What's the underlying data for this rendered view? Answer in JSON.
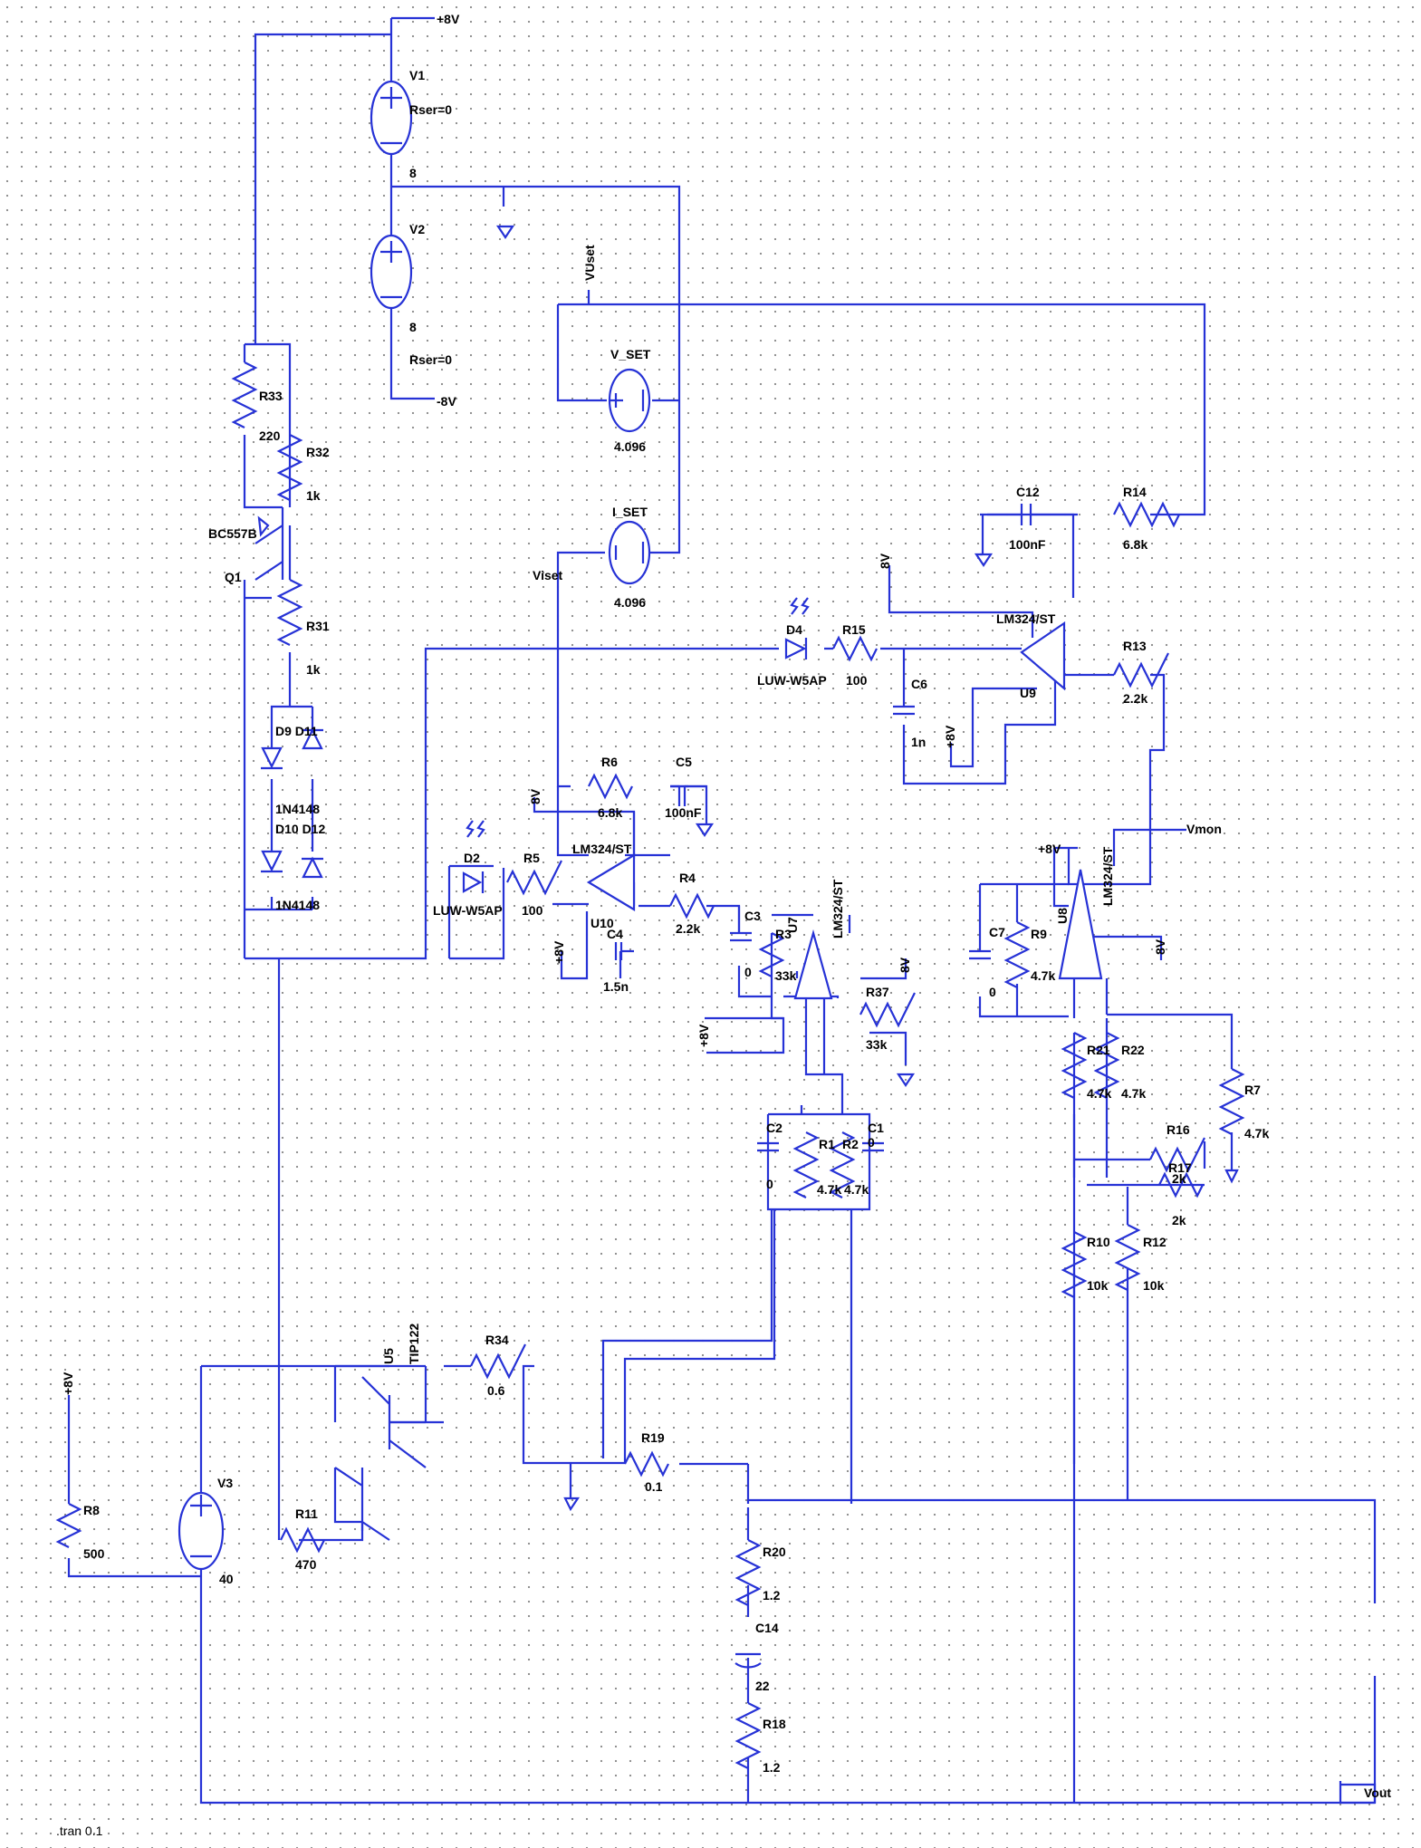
{
  "wire_color": "#2632d6",
  "labels": {
    "pos8v_top": "+8V",
    "V1": "V1",
    "V1_rser": "Rser=0",
    "V1_val": "8",
    "V2": "V2",
    "V2_val": "8",
    "V2_rser": "Rser=0",
    "neg8v": "-8V",
    "VUset": "VUset",
    "V_SET": "V_SET",
    "V_SET_val": "4.096",
    "I_SET": "I_SET",
    "I_SET_val": "4.096",
    "Viset": "Viset",
    "R33": "R33",
    "R33_val": "220",
    "R32": "R32",
    "R32_val": "1k",
    "BC557B": "BC557B",
    "Q1": "Q1",
    "R31": "R31",
    "R31_val": "1k",
    "D9_D11": "D9 D11",
    "D10_D12": "D10 D12",
    "diode_pair_1": "1N4148",
    "diode_pair_2": "1N4148",
    "C12": "C12",
    "C12_val": "100nF",
    "R14": "R14",
    "R14_val": "6.8k",
    "U9_8v": "8V",
    "U9_model": "LM324/ST",
    "U9": "U9",
    "D4": "D4",
    "D4_model": "LUW-W5AP",
    "R15": "R15",
    "R15_val": "100",
    "C6": "C6",
    "C6_val": "1n",
    "U9_pos8v": "+8V",
    "R13": "R13",
    "R13_val": "2.2k",
    "Vmon": "Vmon",
    "R6": "R6",
    "R6_val": "6.8k",
    "C5": "C5",
    "C5_val": "100nF",
    "U10_8v": "8V",
    "U10_model": "LM324/ST",
    "U10": "U10",
    "D2": "D2",
    "D2_model": "LUW-W5AP",
    "R5": "R5",
    "R5_val": "100",
    "C4": "C4",
    "C4_val": "1.5n",
    "U10_pos8v": "+8V",
    "R4": "R4",
    "R4_val": "2.2k",
    "C3": "C3",
    "C3_val": "0",
    "R3": "R3",
    "R3_val": "33k",
    "U7_model": "LM324/ST",
    "U7": "U7",
    "R37": "R37",
    "R37_val": "33k",
    "U7_8v": "8V",
    "U7_pos8v": "+8V",
    "C2": "C2",
    "C2_val": "0",
    "R1": "R1",
    "R1_val": "4.7k",
    "R2": "R2",
    "R2_val": "4.7k",
    "C1": "C1",
    "C1_val": "0",
    "U8_pos8v": "+8V",
    "U8": "U8",
    "U8_model": "LM324/ST",
    "U8_8v": "8V",
    "C7": "C7",
    "C7_val": "0",
    "R9": "R9",
    "R9_val": "4.7k",
    "R21": "R21",
    "R21_val": "4.7k",
    "R22": "R22",
    "R22_val": "4.7k",
    "R7": "R7",
    "R7_val": "4.7k",
    "R16": "R16",
    "R16_val": "2k",
    "R17": "R17",
    "R17_val": "2k",
    "R10": "R10",
    "R10_val": "10k",
    "R12": "R12",
    "R12_val": "10k",
    "U5": "U5",
    "TIP122": "TIP122",
    "R34": "R34",
    "R34_val": "0.6",
    "R19": "R19",
    "R19_val": "0.1",
    "R11": "R11",
    "R11_val": "470",
    "R8_8v": "+8V",
    "R8": "R8",
    "R8_val": "500",
    "V3": "V3",
    "V3_val": "40",
    "R20": "R20",
    "R20_val": "1.2",
    "C14": "C14",
    "C14_val": "22",
    "R18": "R18",
    "R18_val": "1.2",
    "Vout": "Vout",
    "directive": ".tran 0.1"
  }
}
